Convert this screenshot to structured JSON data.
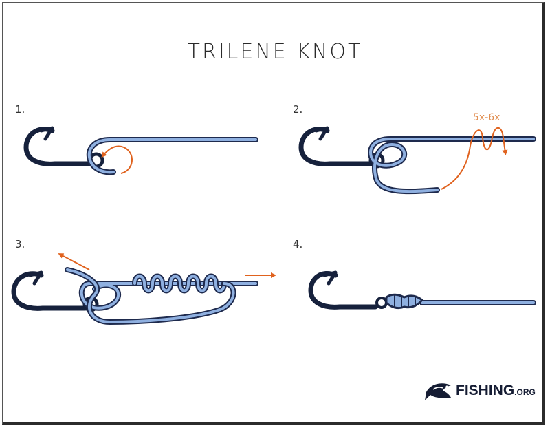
{
  "title": "TRILENE KNOT",
  "steps": [
    {
      "number": "1.",
      "annotation": ""
    },
    {
      "number": "2.",
      "annotation": "5x-6x"
    },
    {
      "number": "3.",
      "annotation": ""
    },
    {
      "number": "4.",
      "annotation": ""
    }
  ],
  "brand": {
    "name": "FISHING",
    "suffix": ".ORG",
    "logo_icon": "fish-logo-icon"
  },
  "colors": {
    "hook": "#16213c",
    "line_outline": "#1e2a4d",
    "line_fill": "#8fb0e0",
    "arrow": "#e0621e",
    "title": "#2a2a2a"
  }
}
